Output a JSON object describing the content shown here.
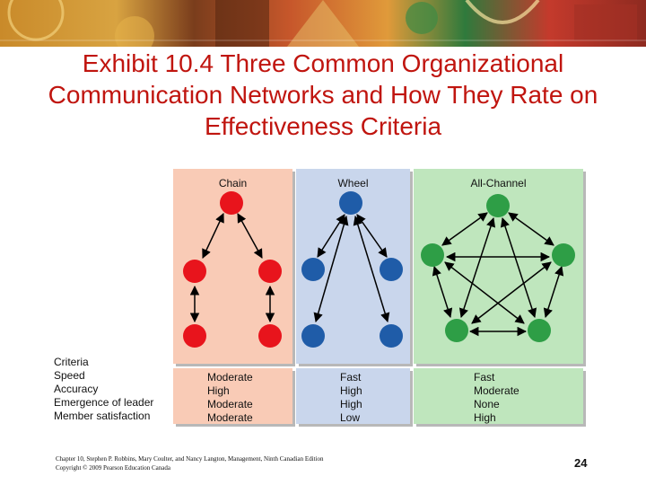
{
  "title": "Exhibit 10.4 Three Common Organizational Communication Networks and How They Rate on Effectiveness Criteria",
  "columns": [
    {
      "name": "Chain",
      "values": [
        "Moderate",
        "High",
        "Moderate",
        "Moderate"
      ],
      "color": "#f9cbb6",
      "node_color": "#e8141c"
    },
    {
      "name": "Wheel",
      "values": [
        "Fast",
        "High",
        "High",
        "Low"
      ],
      "color": "#c9d6ec",
      "node_color": "#1f5ca8"
    },
    {
      "name": "All-Channel",
      "values": [
        "Fast",
        "Moderate",
        "None",
        "High"
      ],
      "color": "#bfe6bd",
      "node_color": "#2e9e46"
    }
  ],
  "criteria": {
    "heading": "Criteria",
    "items": [
      "Speed",
      "Accuracy",
      "Emergence of leader",
      "Member satisfaction"
    ]
  },
  "footer": {
    "line1": "Chapter 10, Stephen P. Robbins, Mary Coulter, and Nancy Langton, Management, Ninth Canadian Edition",
    "line2": "Copyright © 2009 Pearson Education Canada"
  },
  "page_number": "24"
}
